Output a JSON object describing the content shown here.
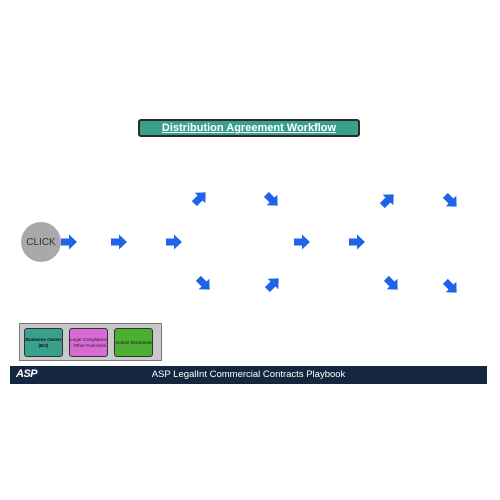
{
  "title": "Distribution Agreement Workflow",
  "start_button": "CLICK",
  "legend": {
    "business_owner": "Business Owner (BO)",
    "legal": "Legal Compliance - Other Functions",
    "action": "Action/ Document"
  },
  "footer": {
    "logo": "ASP",
    "title": "ASP LegalInt Commercial Contracts Playbook"
  },
  "colors": {
    "arrow": "#1e63ea",
    "title_bg": "#3aa08e",
    "business_owner": "#3aa08e",
    "legal": "#d86ad6",
    "action": "#4dae34",
    "footer_bg": "#152640",
    "start_button": "#a9a9a9"
  },
  "arrows": [
    {
      "id": "arrow-1",
      "direction": "right"
    },
    {
      "id": "arrow-2",
      "direction": "right"
    },
    {
      "id": "arrow-3",
      "direction": "right"
    },
    {
      "id": "arrow-4",
      "direction": "up-right"
    },
    {
      "id": "arrow-5",
      "direction": "down-right"
    },
    {
      "id": "arrow-6",
      "direction": "down-right"
    },
    {
      "id": "arrow-7",
      "direction": "up-right"
    },
    {
      "id": "arrow-8",
      "direction": "right"
    },
    {
      "id": "arrow-9",
      "direction": "right"
    },
    {
      "id": "arrow-10",
      "direction": "up-right"
    },
    {
      "id": "arrow-11",
      "direction": "down-right"
    },
    {
      "id": "arrow-12",
      "direction": "down-right"
    },
    {
      "id": "arrow-13",
      "direction": "down-right"
    }
  ]
}
